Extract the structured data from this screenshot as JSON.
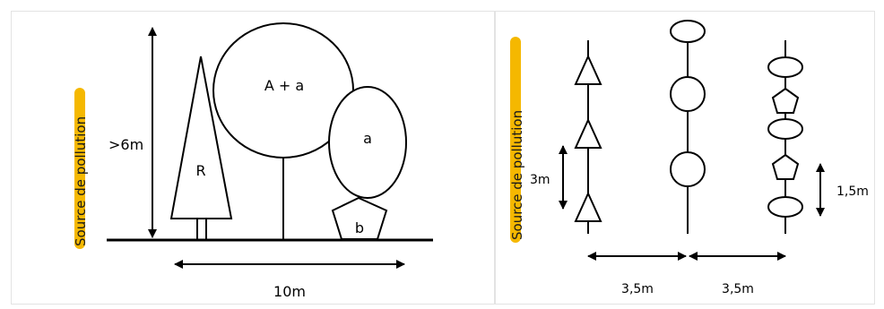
{
  "left_panel": {
    "source_label": "Source de pollution",
    "height_label": ">6m",
    "width_label": "10m",
    "tree_labels": {
      "large": "A + a",
      "medium": "a",
      "conifer": "R",
      "shrub": "b"
    }
  },
  "right_panel": {
    "source_label": "Source de pollution",
    "vertical_spacing_left": "3m",
    "vertical_spacing_right": "1,5m",
    "row_spacing_1": "3,5m",
    "row_spacing_2": "3,5m"
  },
  "colors": {
    "highlight": "#f5b800",
    "ink": "#000000",
    "border": "#e3e3e3"
  }
}
